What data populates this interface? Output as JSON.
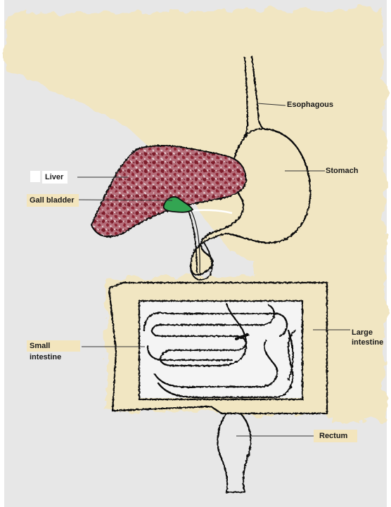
{
  "labels": {
    "esophagus": "Esophagous",
    "stomach": "Stomach",
    "liver": "Liver",
    "gall_bladder": "Gall bladder",
    "small_intestine_line1": "Small",
    "small_intestine_line2": "intestine",
    "large_intestine_line1": "Large",
    "large_intestine_line2": "intestine",
    "rectum": "Rectum"
  },
  "colors": {
    "page_gray": "#e6e6e6",
    "cream_wash": "#f1e6c2",
    "liver": "#8c2232",
    "gall_bladder": "#33a552",
    "outline": "#111111",
    "label_highlight": "#f3e5bd"
  }
}
